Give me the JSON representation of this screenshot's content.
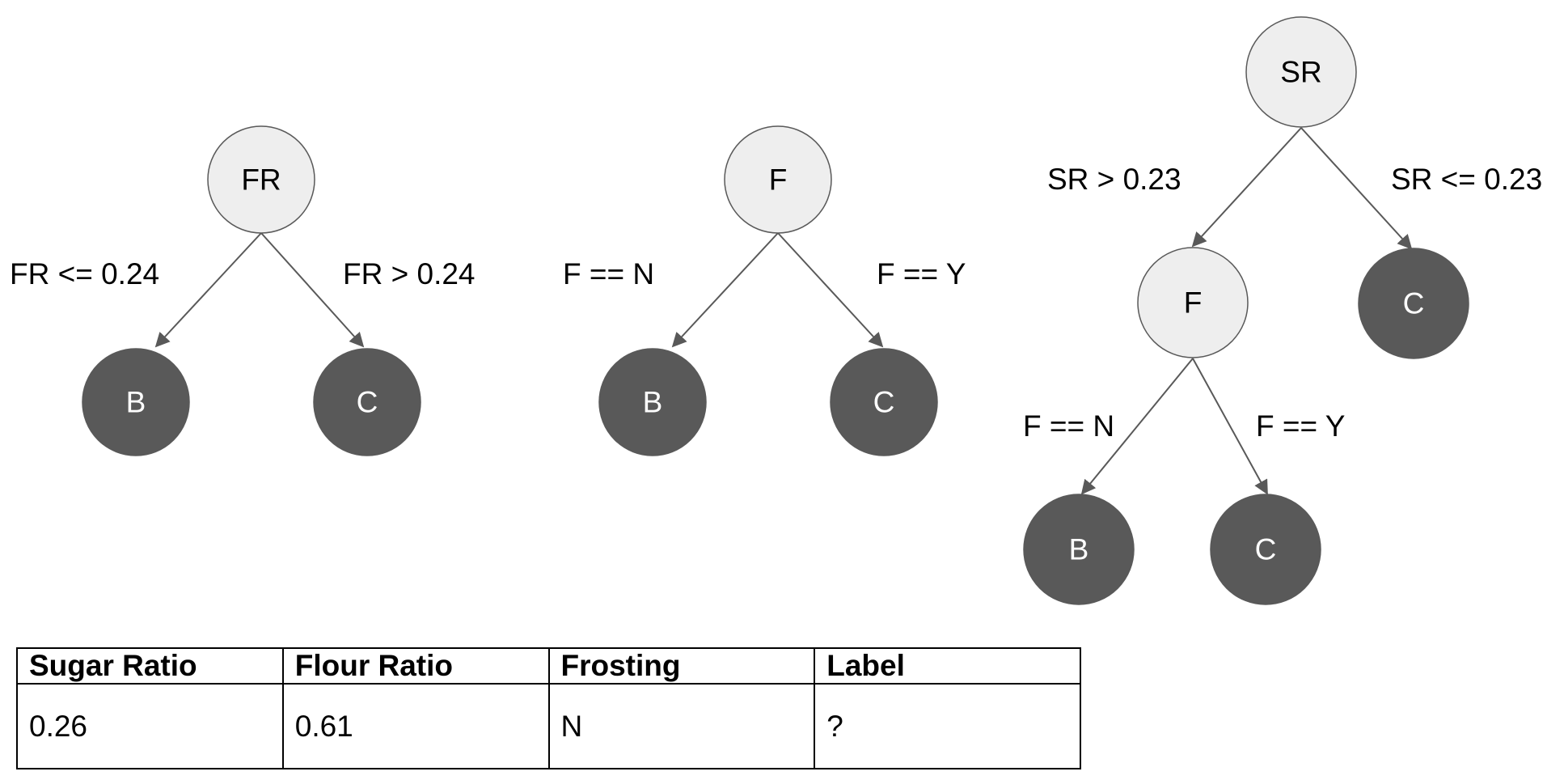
{
  "colors": {
    "internal_node_fill": "#eeeeee",
    "leaf_node_fill": "#595959",
    "edge": "#595959",
    "text": "#000000",
    "leaf_text": "#ffffff"
  },
  "trees": [
    {
      "root": {
        "label": "FR"
      },
      "edges": [
        {
          "condition": "FR <= 0.24",
          "child": {
            "label": "B",
            "leaf": true
          }
        },
        {
          "condition": "FR > 0.24",
          "child": {
            "label": "C",
            "leaf": true
          }
        }
      ]
    },
    {
      "root": {
        "label": "F"
      },
      "edges": [
        {
          "condition": "F == N",
          "child": {
            "label": "B",
            "leaf": true
          }
        },
        {
          "condition": "F == Y",
          "child": {
            "label": "C",
            "leaf": true
          }
        }
      ]
    },
    {
      "root": {
        "label": "SR"
      },
      "edges": [
        {
          "condition": "SR > 0.23",
          "child": {
            "label": "F",
            "leaf": false,
            "edges": [
              {
                "condition": "F == N",
                "child": {
                  "label": "B",
                  "leaf": true
                }
              },
              {
                "condition": "F == Y",
                "child": {
                  "label": "C",
                  "leaf": true
                }
              }
            ]
          }
        },
        {
          "condition": "SR <= 0.23",
          "child": {
            "label": "C",
            "leaf": true
          }
        }
      ]
    }
  ],
  "table": {
    "headers": [
      "Sugar Ratio",
      "Flour Ratio",
      "Frosting",
      "Label"
    ],
    "rows": [
      [
        "0.26",
        "0.61",
        "N",
        "?"
      ]
    ]
  }
}
